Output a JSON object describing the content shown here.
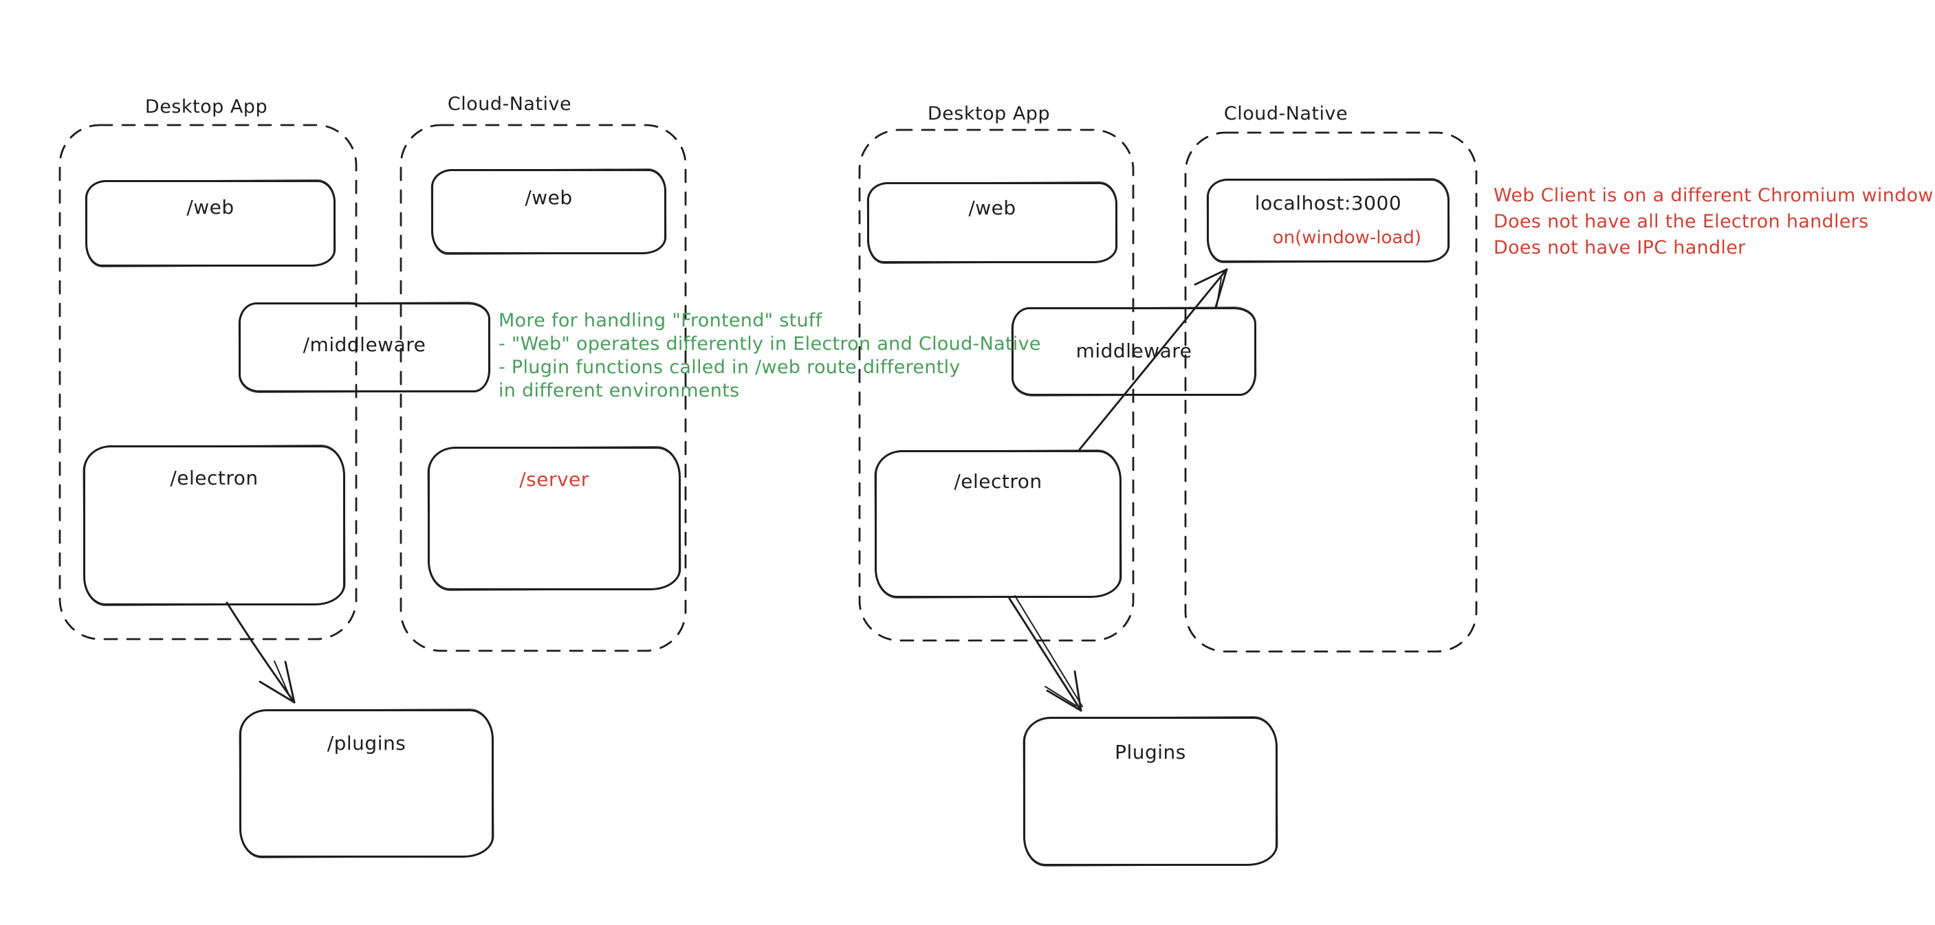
{
  "colors": {
    "ink": "#1e1e1e",
    "green": "#4a9d5c",
    "red": "#cf4236",
    "background": "#ffffff"
  },
  "left_diagram": {
    "desktop_app": {
      "label": "Desktop App",
      "web_node": "/web",
      "electron_node": "/electron"
    },
    "cloud_native": {
      "label": "Cloud-Native",
      "web_node": "/web",
      "server_node": "/server"
    },
    "middleware_node": "/middleware",
    "plugins_node": "/plugins",
    "green_note": {
      "lines": [
        "More for handling \"Frontend\" stuff",
        "- \"Web\" operates differently in Electron and Cloud-Native",
        "- Plugin functions called in /web route differently",
        "in different environments"
      ]
    }
  },
  "right_diagram": {
    "desktop_app": {
      "label": "Desktop App",
      "web_node": "/web",
      "electron_node": "/electron"
    },
    "cloud_native": {
      "label": "Cloud-Native",
      "localhost_node": "localhost:3000",
      "localhost_sub": "on(window-load)"
    },
    "middleware_node": "middleware",
    "plugins_node": "Plugins",
    "red_note": {
      "lines": [
        "Web Client is on a different Chromium window",
        "Does not have all the Electron handlers",
        "Does not have IPC handler"
      ]
    }
  }
}
